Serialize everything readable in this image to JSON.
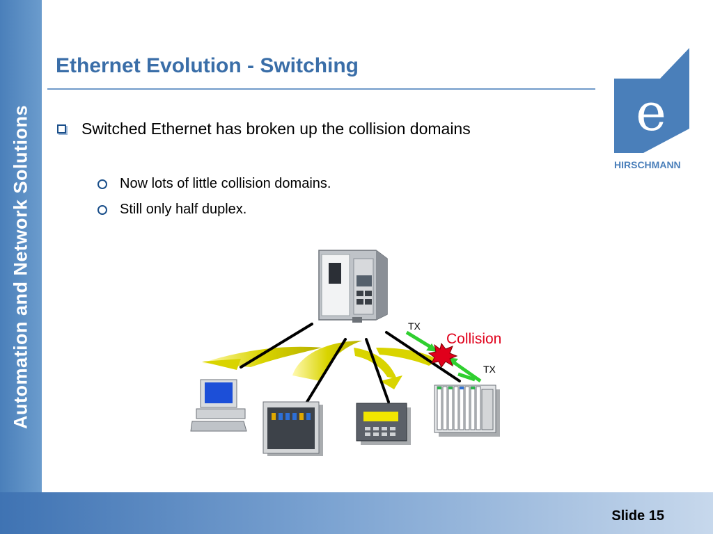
{
  "sidebar": {
    "text": "Automation and Network Solutions"
  },
  "title": "Ethernet Evolution - Switching",
  "bullets": {
    "main": "Switched Ethernet has broken up the collision domains",
    "sub": [
      "Now lots of little collision domains.",
      "Still only half duplex."
    ]
  },
  "logo": {
    "brand": "HIRSCHMANN",
    "letter": "e"
  },
  "diagram": {
    "tx_label_top": "TX",
    "tx_label_bottom": "TX",
    "collision_label": "Collision",
    "colors": {
      "collision": "#e0001b",
      "arrow": "#2fcf2f",
      "sweep": "#d9d400",
      "cable": "#000000"
    },
    "devices": [
      "switch-device",
      "pc-device",
      "io-module-device",
      "operator-panel-device",
      "plc-rack-device"
    ]
  },
  "footer": {
    "slide_label": "Slide 15"
  }
}
